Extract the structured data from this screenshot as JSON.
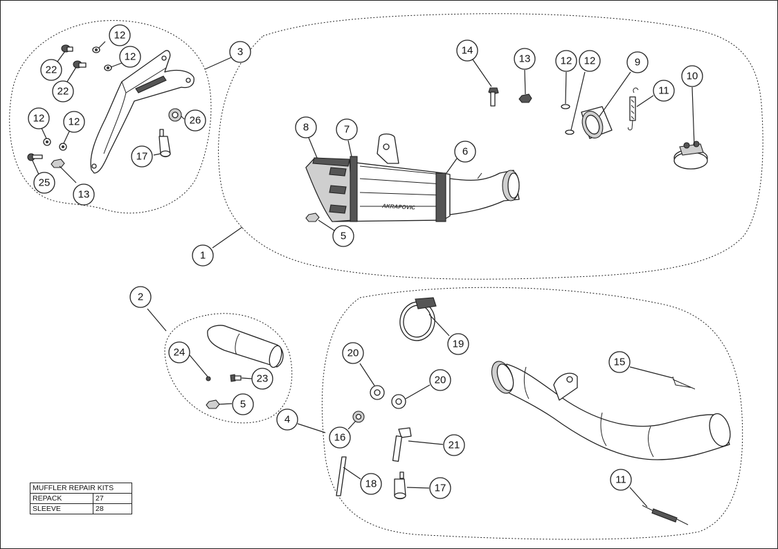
{
  "callouts": {
    "c1": "1",
    "c2": "2",
    "c3": "3",
    "c4": "4",
    "c5a": "5",
    "c5b": "5",
    "c6": "6",
    "c7": "7",
    "c8": "8",
    "c9": "9",
    "c10": "10",
    "c11a": "11",
    "c11b": "11",
    "c12a": "12",
    "c12b": "12",
    "c12c": "12",
    "c12d": "12",
    "c12e": "12",
    "c12f": "12",
    "c13a": "13",
    "c13b": "13",
    "c14": "14",
    "c15": "15",
    "c16": "16",
    "c17a": "17",
    "c17b": "17",
    "c18": "18",
    "c19": "19",
    "c20a": "20",
    "c20b": "20",
    "c21": "21",
    "c22a": "22",
    "c22b": "22",
    "c23": "23",
    "c24": "24",
    "c25": "25",
    "c26": "26"
  },
  "repair_table": {
    "title": "MUFFLER REPAIR KITS",
    "rows": [
      {
        "name": "REPACK",
        "code": "27"
      },
      {
        "name": "SLEEVE",
        "code": "28"
      }
    ]
  }
}
